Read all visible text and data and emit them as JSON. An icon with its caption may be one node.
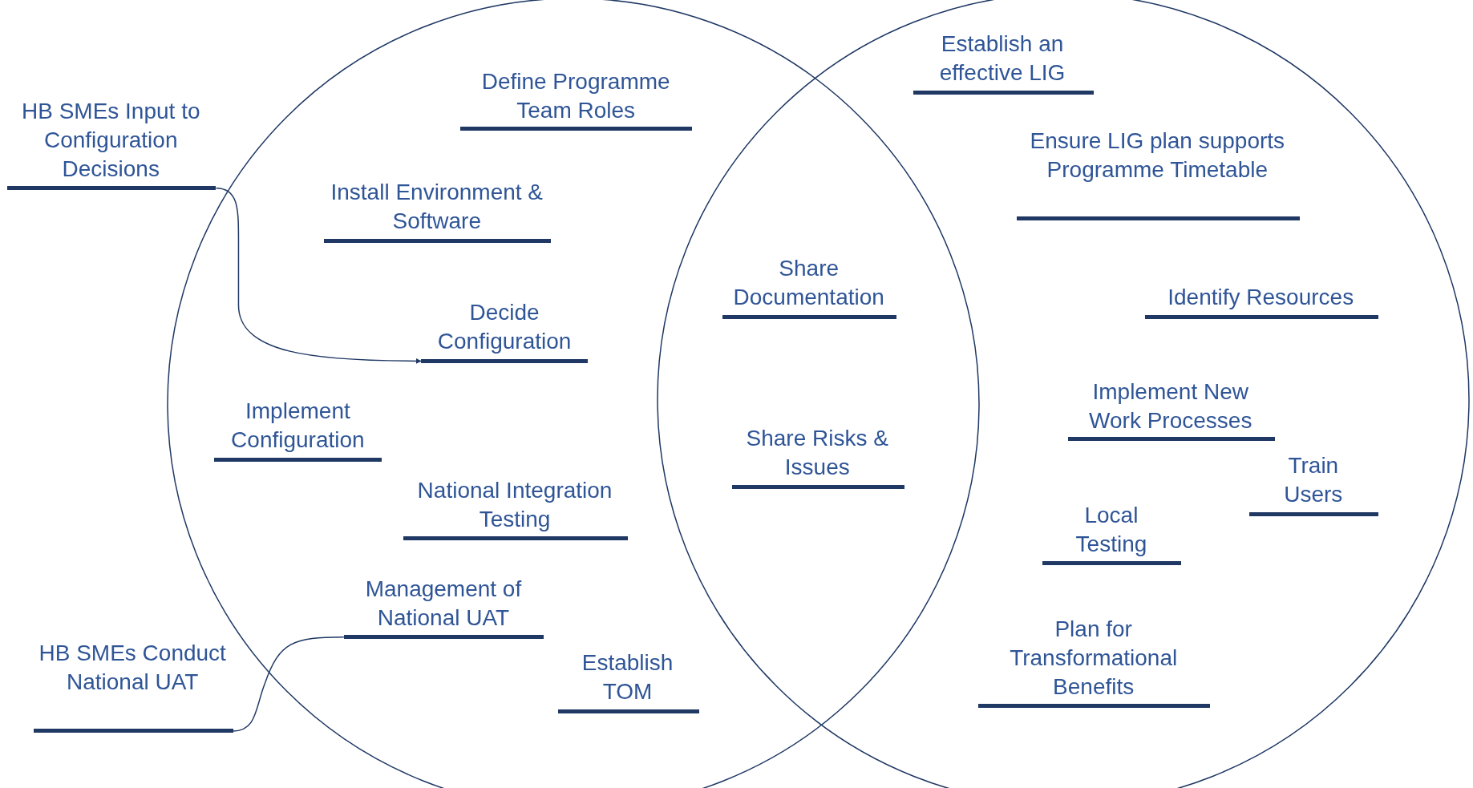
{
  "diagram": {
    "nodes": [
      {
        "text": [
          "Define Programme Team Roles"
        ]
      },
      {
        "text": [
          "Establish an effective LIG"
        ]
      },
      {
        "text": [
          "HB SMEs Input to Configuration Decisions"
        ]
      },
      {
        "text": [
          "Ensure LIG plan supports Programme Timetable"
        ]
      },
      {
        "text": [
          "Install Environment & Software"
        ]
      },
      {
        "text": [
          "Share Documentation"
        ]
      },
      {
        "text": [
          "Identify Resources"
        ]
      },
      {
        "text": [
          "Decide Configuration"
        ]
      },
      {
        "text": [
          "Implement New Work Processes"
        ]
      },
      {
        "text": [
          "Implement Configuration"
        ]
      },
      {
        "text": [
          "Share Risks & Issues"
        ]
      },
      {
        "text": [
          "Train Users"
        ]
      },
      {
        "text": [
          "National Integration Testing"
        ]
      },
      {
        "text": [
          "Local Testing"
        ]
      },
      {
        "text": [
          "Management of National UAT"
        ]
      },
      {
        "text": [
          "HB SMEs Conduct National UAT"
        ]
      },
      {
        "text": [
          "Establish TOM"
        ]
      },
      {
        "text": [
          "Plan for Transformational Benefits"
        ]
      }
    ],
    "edges": [
      {
        "from": 2,
        "to": 7,
        "arrow": "to"
      },
      {
        "from": 15,
        "to": 14,
        "arrow": "none"
      }
    ]
  }
}
